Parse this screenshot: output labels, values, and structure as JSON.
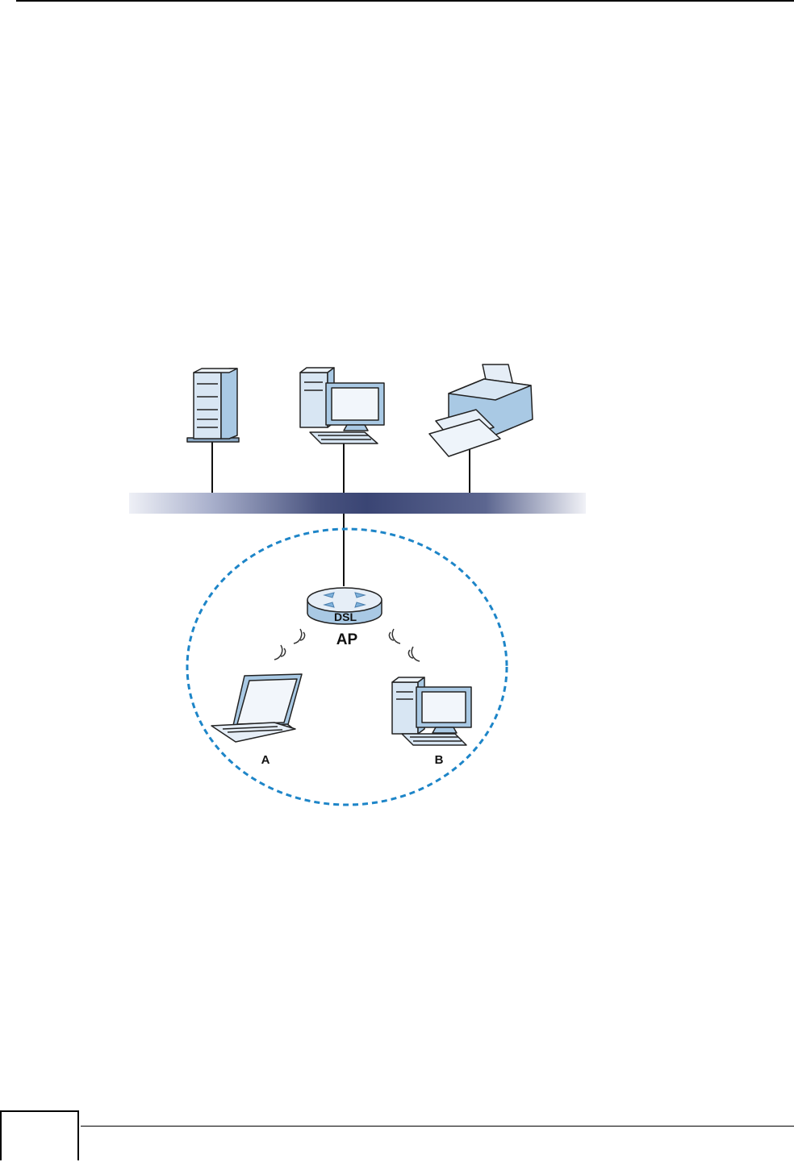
{
  "diagram": {
    "labels": {
      "router_badge": "DSL",
      "access_point": "AP",
      "client_a": "A",
      "client_b": "B"
    },
    "icons": {
      "server": "server-tower-icon",
      "desktop": "desktop-computer-icon",
      "printer": "printer-icon",
      "router": "dsl-router-icon",
      "laptop": "laptop-icon",
      "client_desktop": "desktop-computer-icon",
      "wireless": "wireless-signal-icon"
    },
    "colors": {
      "device_blue": "#a9c9e4",
      "device_light": "#e6eef7",
      "backbone_dark": "#3a4574",
      "coverage_dash": "#1d85c8",
      "router_arrows": "#7fb2dc"
    }
  },
  "footer": {
    "page_number": ""
  }
}
